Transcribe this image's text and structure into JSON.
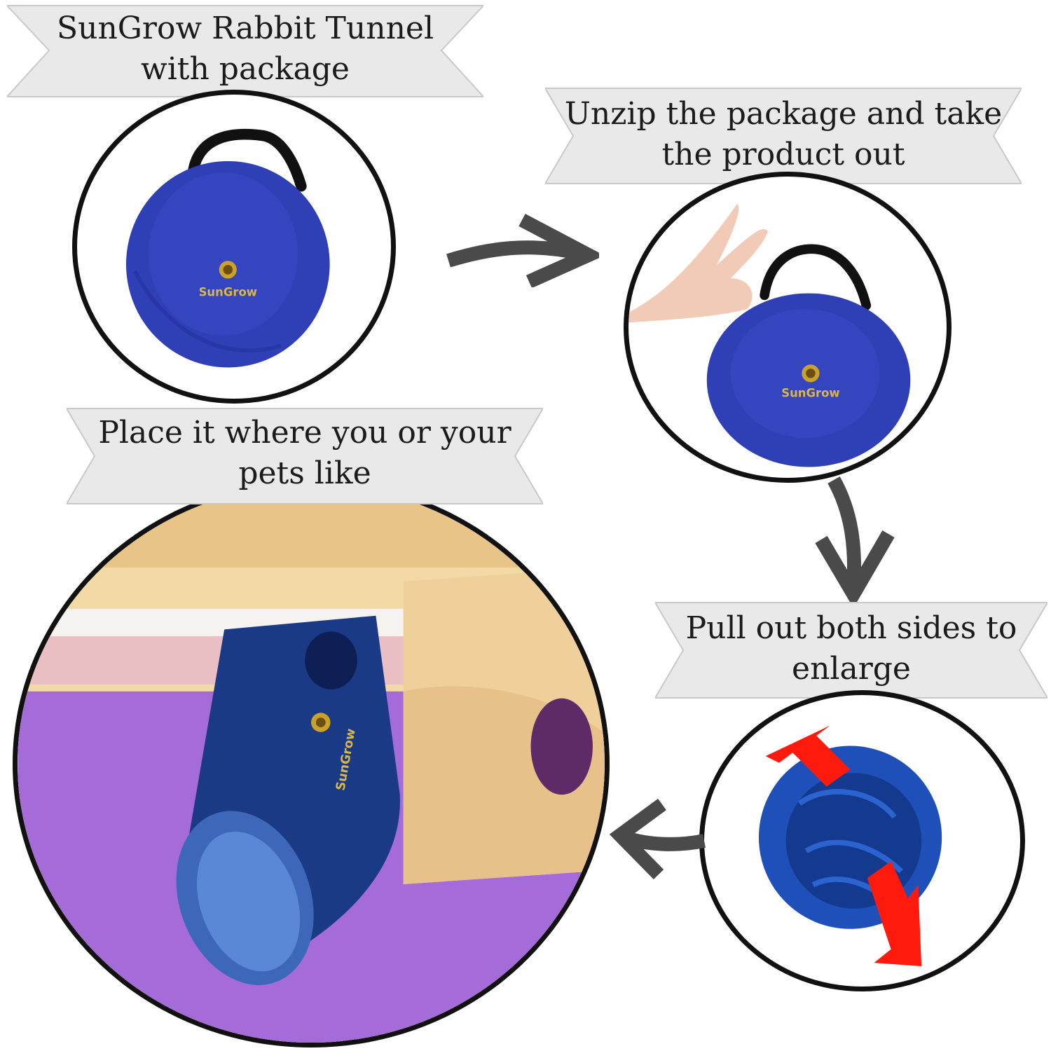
{
  "steps": [
    {
      "banner": [
        "SunGrow Rabbit Tunnel",
        "with package"
      ],
      "logo": "SunGrow"
    },
    {
      "banner": [
        "Unzip the package and take",
        "the product out"
      ],
      "logo": "SunGrow"
    },
    {
      "banner": [
        "Pull out both sides to",
        "enlarge"
      ]
    },
    {
      "banner": [
        "Place it where you or your",
        "pets like"
      ],
      "logo": "SunGrow"
    }
  ],
  "colors": {
    "bag": "#2f3fb6",
    "tunnel": "#1a3a86",
    "arrow": "#4a4a4a",
    "red_arrow": "#ff1a0e",
    "floor": "#a56bd8",
    "wood": "#f0d5a0"
  },
  "icons": [
    "curved-arrow-right-icon",
    "curved-arrow-down-icon",
    "curved-arrow-left-icon",
    "red-expand-arrow-icon"
  ]
}
